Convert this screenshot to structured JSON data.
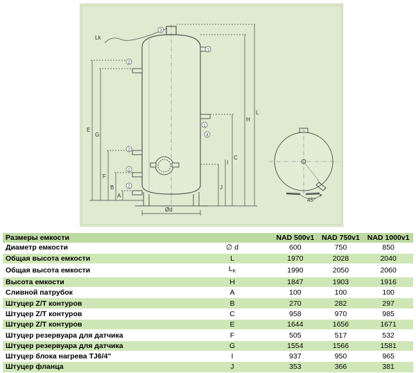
{
  "diagram": {
    "letters": {
      "lk": "Lk",
      "e": "E",
      "g": "G",
      "f": "F",
      "b": "B",
      "a": "A",
      "d": "Ød",
      "i": "I",
      "c": "C",
      "h": "H",
      "l": "L",
      "j": "J",
      "angle": "45°"
    },
    "callouts": [
      "3",
      "1",
      "2",
      "1",
      "4",
      "2",
      "1",
      "2"
    ]
  },
  "table": {
    "header": {
      "title": "Размеры емкости",
      "models": [
        "NAD 500v1",
        "NAD 750v1",
        "NAD 1000v1"
      ]
    },
    "rows": [
      {
        "name": "Диаметр емкости",
        "sym": "∅ d",
        "v": [
          "600",
          "750",
          "850"
        ]
      },
      {
        "name": "Общая высота емкости",
        "sym": "L",
        "v": [
          "1970",
          "2028",
          "2040"
        ]
      },
      {
        "name": "Общая высота емкости",
        "sym": "L",
        "sub": "K",
        "v": [
          "1990",
          "2050",
          "2060"
        ]
      },
      {
        "name": "Высота емкости",
        "sym": "H",
        "v": [
          "1847",
          "1903",
          "1916"
        ]
      },
      {
        "name": "Сливной патрубок",
        "sym": "A",
        "v": [
          "100",
          "100",
          "100"
        ]
      },
      {
        "name": "Штуцер Z/T контуров",
        "sym": "B",
        "v": [
          "270",
          "282",
          "297"
        ]
      },
      {
        "name": "Штуцер Z/T контуров",
        "sym": "C",
        "v": [
          "958",
          "970",
          "985"
        ]
      },
      {
        "name": "Штуцер Z/T контуров",
        "sym": "E",
        "v": [
          "1644",
          "1656",
          "1671"
        ]
      },
      {
        "name": "Штуцер резервуара для датчика",
        "sym": "F",
        "v": [
          "505",
          "517",
          "532"
        ]
      },
      {
        "name": "Штуцер резервуара для датчика",
        "sym": "G",
        "v": [
          "1554",
          "1566",
          "1581"
        ]
      },
      {
        "name": "Штуцер блока нагрева TJ6/4\"",
        "sym": "I",
        "v": [
          "937",
          "950",
          "965"
        ]
      },
      {
        "name": "Штуцер фланца",
        "sym": "J",
        "v": [
          "353",
          "366",
          "381"
        ]
      }
    ]
  }
}
